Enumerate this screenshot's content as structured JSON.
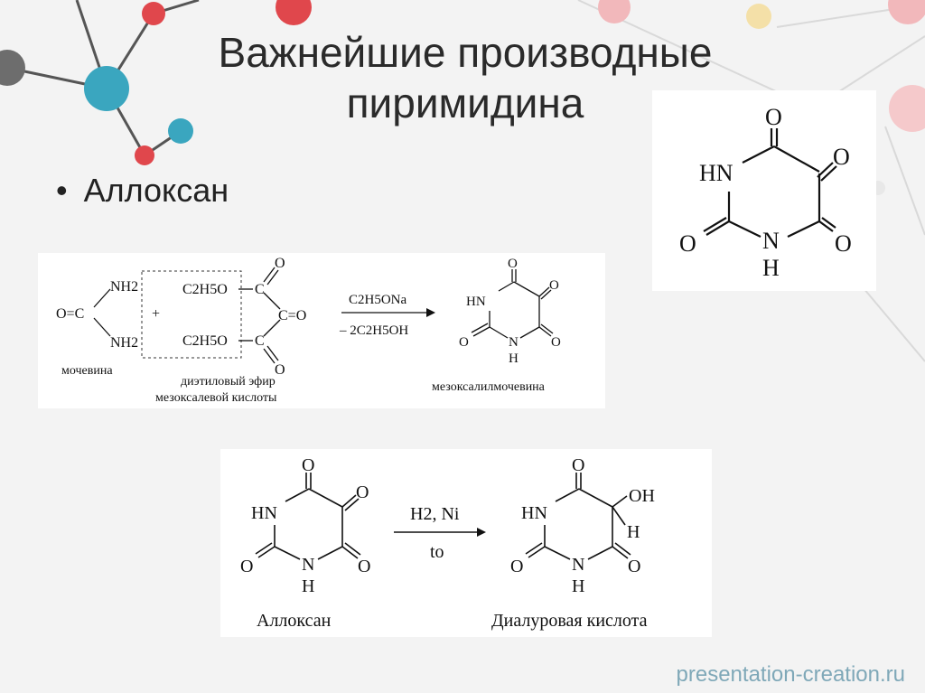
{
  "slide": {
    "title_line1": "Важнейшие производные",
    "title_line2": "пиримидина",
    "bullet_symbol": "•",
    "bullet_text": "Аллоксан",
    "footer": "presentation-creation.ru"
  },
  "alloxan_structure": {
    "o_top": "O",
    "o_right": "O",
    "hn": "HN",
    "o_left": "O",
    "n": "N",
    "h": "H",
    "o_bottom_right": "O"
  },
  "synthesis": {
    "urea_o": "O=C",
    "urea_nh2_top": "NH2",
    "urea_nh2_bottom": "NH2",
    "plus": "+",
    "ester_top": "C2H5O",
    "ester_bottom": "C2H5O",
    "c_top": "C",
    "c_mid": "C=O",
    "c_bottom": "C",
    "o_top": "O",
    "o_bottom": "O",
    "reagent_top": "C2H5ONa",
    "reagent_bottom": "– 2C2H5OH",
    "urea_label": "мочевина",
    "ester_label_1": "диэтиловый эфир",
    "ester_label_2": "мезоксалевой кислоты",
    "product_label": "мезоксалилмочевина",
    "p_o_top": "O",
    "p_o_right": "O",
    "p_hn": "HN",
    "p_o_left": "O",
    "p_n": "N",
    "p_h": "H",
    "p_o_bottom": "O"
  },
  "reduction": {
    "a_o_top": "O",
    "a_o_right": "O",
    "a_hn": "HN",
    "a_o_left": "O",
    "a_n": "N",
    "a_h": "H",
    "a_o_bottom": "O",
    "reagent_top": "H2, Ni",
    "reagent_bottom": "to",
    "d_o_top": "O",
    "d_oh": "OH",
    "d_h_right": "H",
    "d_hn": "HN",
    "d_o_left": "O",
    "d_n": "N",
    "d_h": "H",
    "d_o_bottom": "O",
    "alloxan_label": "Аллоксан",
    "dialuric_label": "Диалуровая кислота"
  },
  "colors": {
    "teal": "#3aa6bf",
    "red": "#e0474c",
    "gray": "#6d6d6d",
    "pink": "#f2b8bb",
    "footer": "#7fa8b8"
  }
}
